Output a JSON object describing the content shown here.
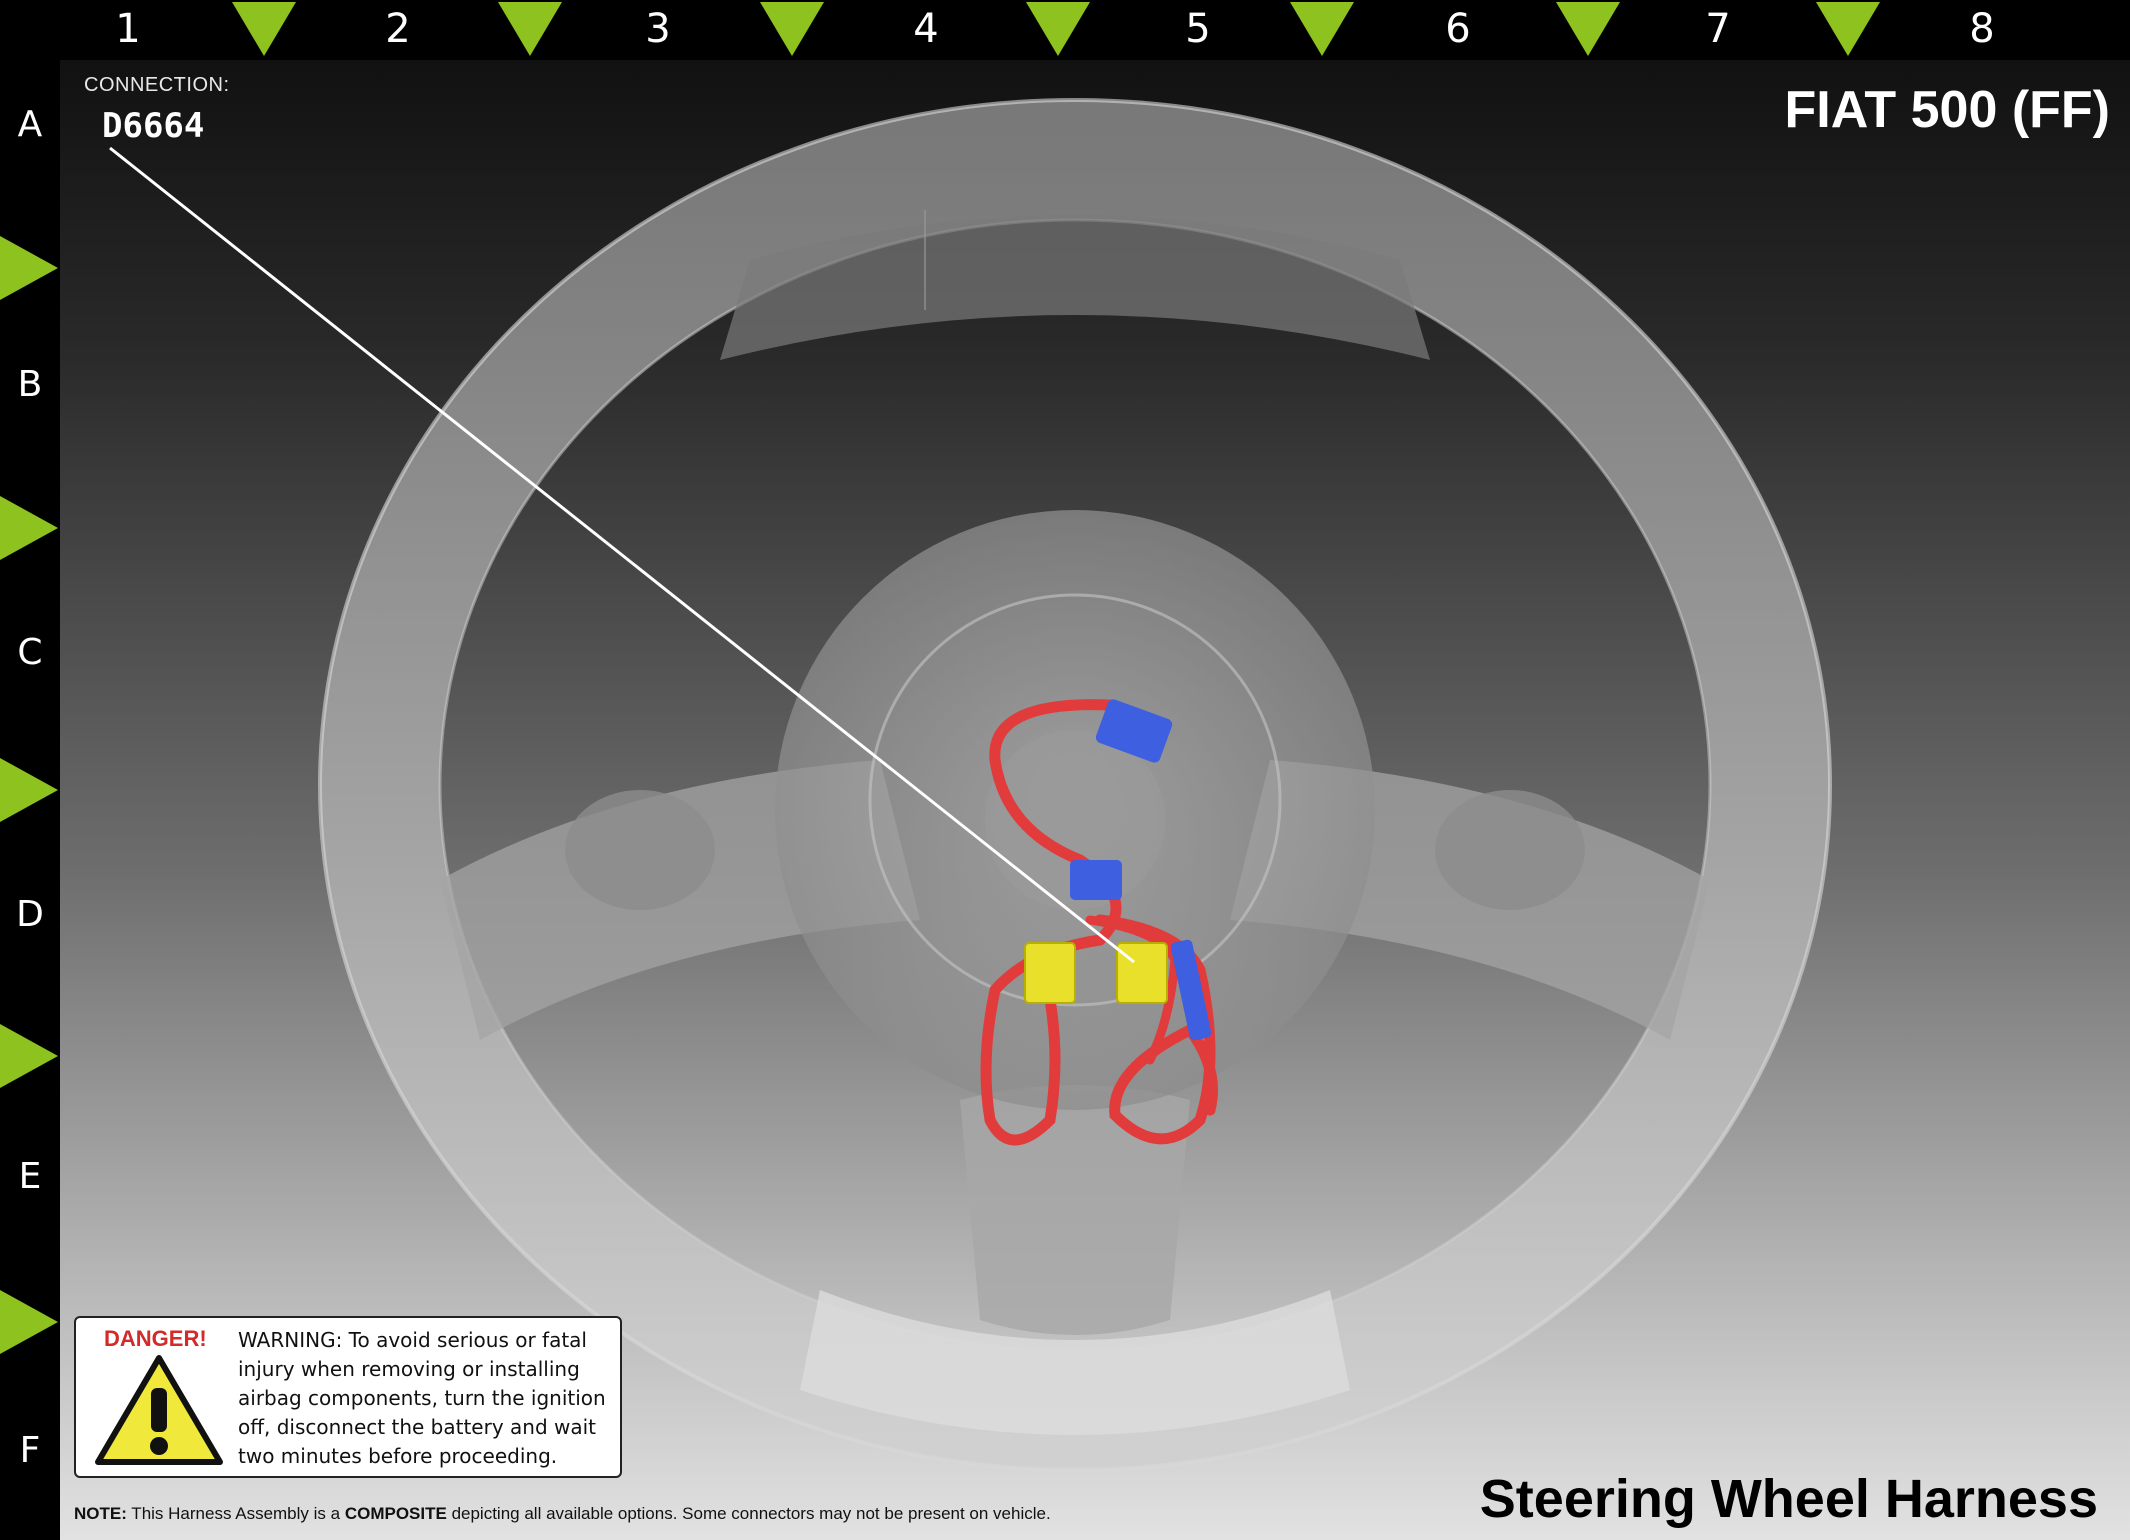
{
  "grid": {
    "columns": [
      "1",
      "2",
      "3",
      "4",
      "5",
      "6",
      "7",
      "8"
    ],
    "rows": [
      "A",
      "B",
      "C",
      "D",
      "E",
      "F"
    ],
    "marker_color": "#8dc21f"
  },
  "connection": {
    "label": "CONNECTION:",
    "id": "D6664"
  },
  "vehicle": "FIAT 500 (FF)",
  "warning": {
    "heading": "DANGER!",
    "text": "WARNING: To avoid serious or fatal injury when removing or installing airbag components, turn the ignition off, disconnect the battery and wait two minutes before proceeding."
  },
  "note": {
    "prefix": "NOTE:",
    "before": " This Harness Assembly is a ",
    "emphasis": "COMPOSITE",
    "after": " depicting all available options. Some connectors may not be present on vehicle."
  },
  "title": "Steering Wheel Harness",
  "colors": {
    "harness_wire": "#e23b3b",
    "connector_blue": "#3d5fe0",
    "connector_yellow": "#e8e02a",
    "danger_red": "#d32a2a"
  }
}
